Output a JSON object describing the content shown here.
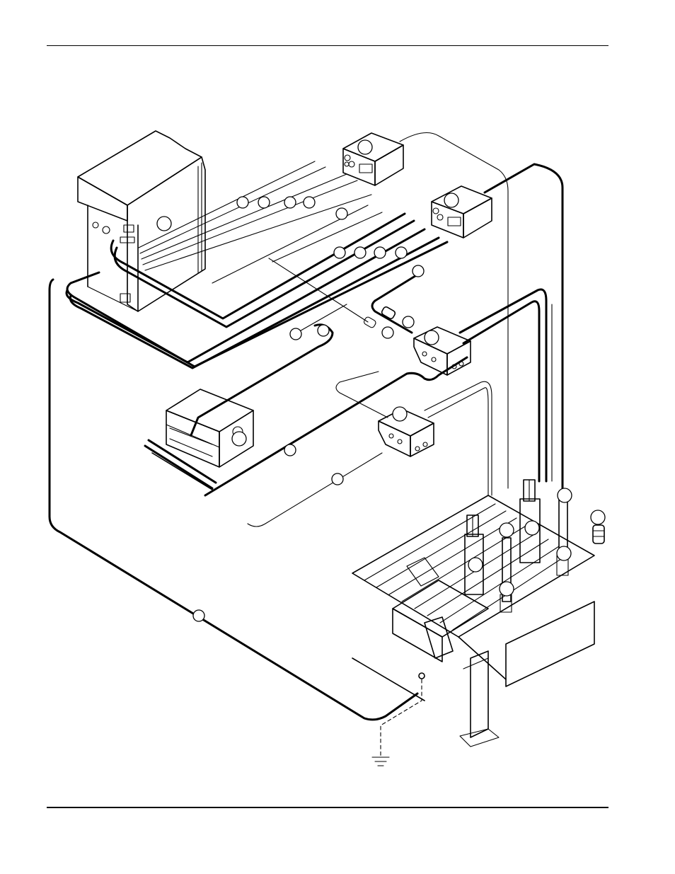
{
  "page": {
    "header_rule": true,
    "footer_rule": true
  },
  "diagram": {
    "description_visible_text": "",
    "components": [
      "power-supply",
      "ignition-console-top",
      "ignition-console-right",
      "gas-console",
      "torch-valve-assembly-upper",
      "torch-valve-assembly-lower",
      "cutting-table",
      "torch-lifter-left",
      "torch-lifter-right",
      "work-ground"
    ],
    "callout_count": 27
  }
}
